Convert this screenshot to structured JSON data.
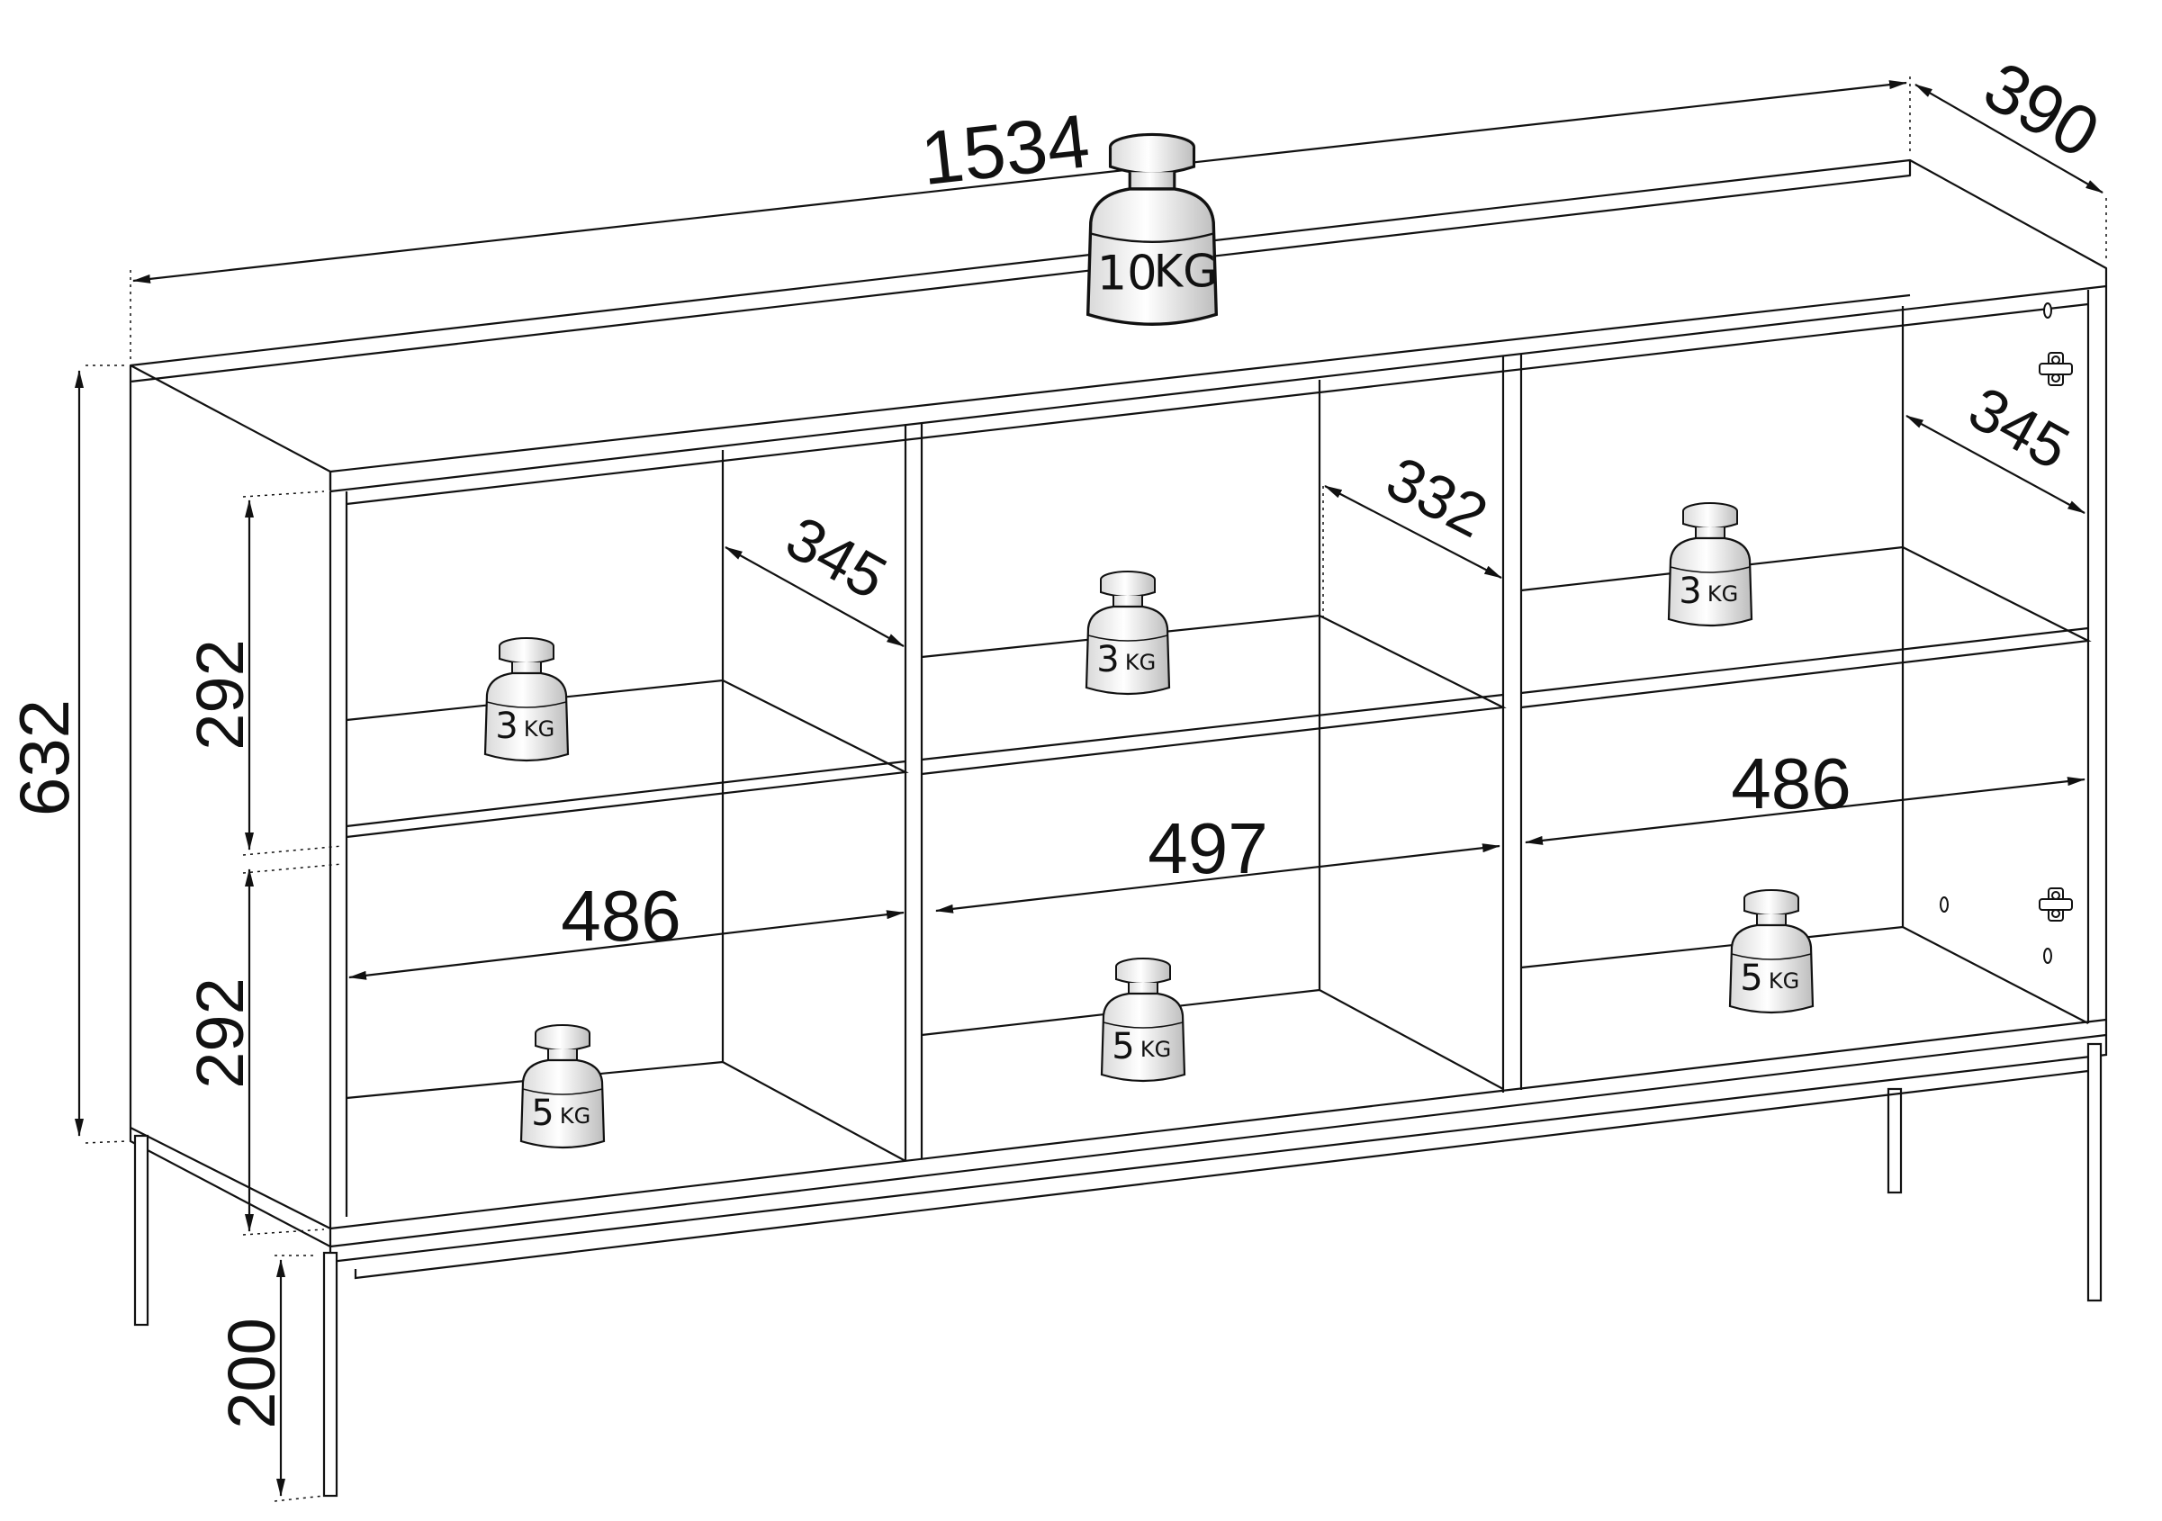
{
  "dimensions": {
    "overall_width": "1534",
    "overall_depth": "390",
    "overall_height": "632",
    "leg_height": "200",
    "upper_compartment_height": "292",
    "lower_compartment_height": "292",
    "left_inner_depth": "345",
    "middle_inner_depth": "332",
    "right_inner_depth": "345",
    "left_bottom_width": "486",
    "middle_bottom_width": "497",
    "right_bottom_width": "486"
  },
  "weights": {
    "top": {
      "number": "10",
      "unit": "KG"
    },
    "left_upper": {
      "number": "3",
      "unit": "KG"
    },
    "middle_upper": {
      "number": "3",
      "unit": "KG"
    },
    "right_upper": {
      "number": "3",
      "unit": "KG"
    },
    "left_lower": {
      "number": "5",
      "unit": "KG"
    },
    "middle_lower": {
      "number": "5",
      "unit": "KG"
    },
    "right_lower": {
      "number": "5",
      "unit": "KG"
    }
  },
  "icons": [
    "weight-icon",
    "hinge-icon",
    "dimension-arrow-icon"
  ]
}
